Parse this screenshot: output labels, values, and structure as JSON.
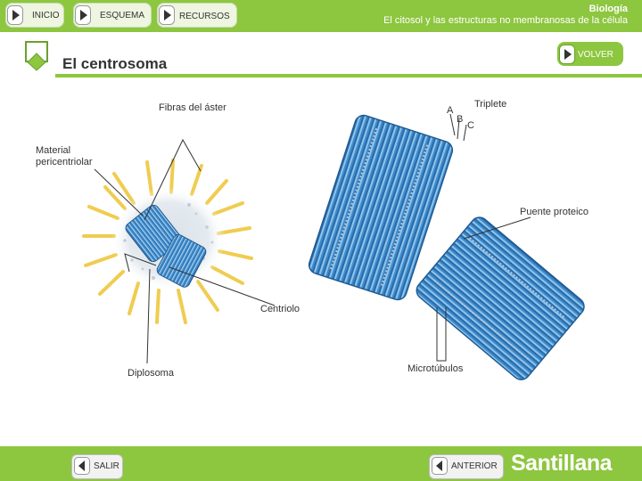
{
  "nav": {
    "inicio": "INICIO",
    "esquema": "ESQUEMA",
    "recursos": "RECURSOS"
  },
  "header": {
    "subject": "Biología",
    "topic": "El citosol y las estructuras no membranosas de la célula"
  },
  "page": {
    "title": "El centrosoma",
    "volver": "VOLVER"
  },
  "labels": {
    "fibras": "Fibras del áster",
    "material_1": "Material",
    "material_2": "pericentriolar",
    "triplete": "Triplete",
    "a": "A",
    "b": "B",
    "c": "C",
    "puente": "Puente proteico",
    "centriolo": "Centriolo",
    "diplosoma": "Diplosoma",
    "microtubulos": "Microtúbulos"
  },
  "footer": {
    "salir": "SALIR",
    "anterior": "ANTERIOR",
    "brand": "Santillana"
  },
  "colors": {
    "accent": "#8dc63f",
    "tubule": "#3f8ccb",
    "aster": "#f0cc50"
  },
  "icons": {
    "nav": "play-arrow-icon",
    "corner": "green-square-icon"
  }
}
